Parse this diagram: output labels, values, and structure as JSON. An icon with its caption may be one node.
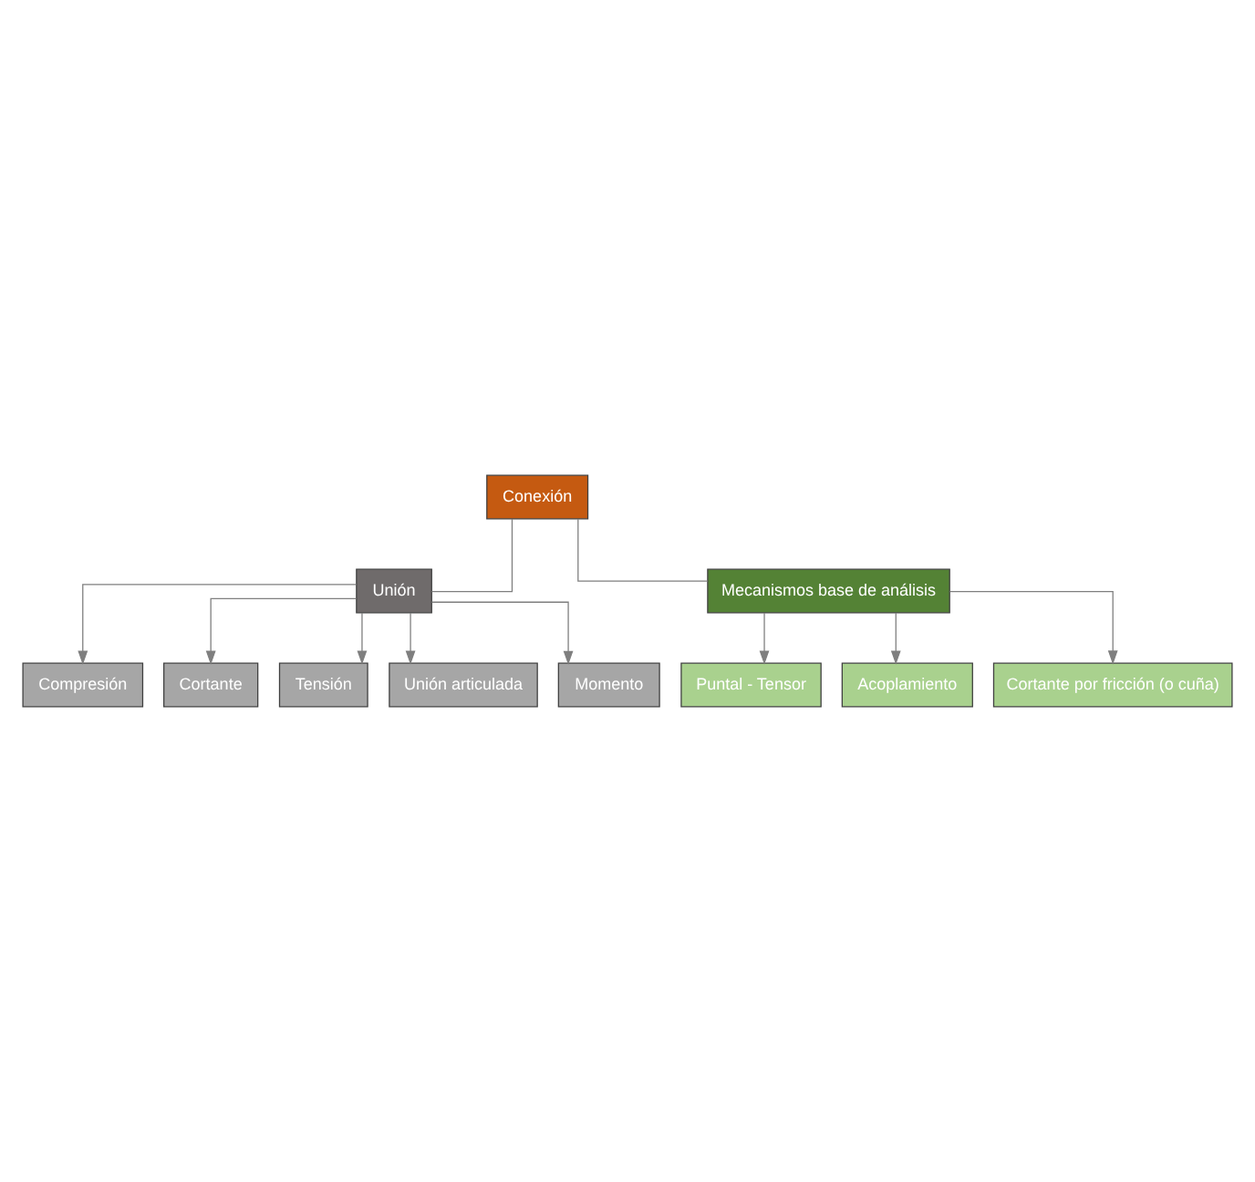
{
  "diagram": {
    "nodes": [
      {
        "text": [
          "Conexión"
        ]
      },
      {
        "text": [
          "Unión"
        ]
      },
      {
        "text": [
          "Mecanismos base de análisis"
        ]
      },
      {
        "text": [
          "Compresión"
        ]
      },
      {
        "text": [
          "Cortante"
        ]
      },
      {
        "text": [
          "Tensión"
        ]
      },
      {
        "text": [
          "Unión articulada"
        ]
      },
      {
        "text": [
          "Momento"
        ]
      },
      {
        "text": [
          "Puntal - Tensor"
        ]
      },
      {
        "text": [
          "Acoplamiento"
        ]
      },
      {
        "text": [
          "Cortante por fricción (o cuña)"
        ]
      }
    ],
    "edges": [
      {
        "from": 0,
        "to": 1,
        "arrow": "none"
      },
      {
        "from": 0,
        "to": 2,
        "arrow": "none"
      },
      {
        "from": 1,
        "to": 3,
        "arrow": "to"
      },
      {
        "from": 1,
        "to": 4,
        "arrow": "to"
      },
      {
        "from": 1,
        "to": 5,
        "arrow": "to"
      },
      {
        "from": 1,
        "to": 6,
        "arrow": "to"
      },
      {
        "from": 1,
        "to": 7,
        "arrow": "to"
      },
      {
        "from": 2,
        "to": 8,
        "arrow": "to"
      },
      {
        "from": 2,
        "to": 9,
        "arrow": "to"
      },
      {
        "from": 2,
        "to": 10,
        "arrow": "to"
      }
    ]
  }
}
